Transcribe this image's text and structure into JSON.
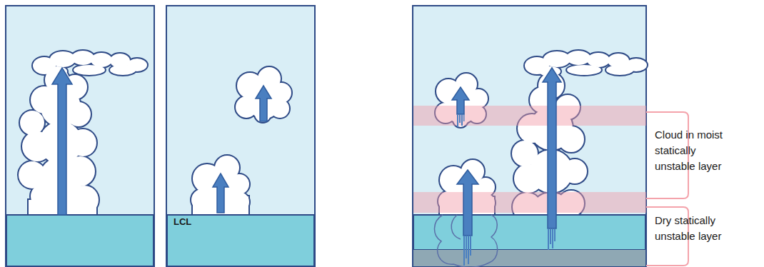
{
  "diagram": {
    "labels": [
      "LCL",
      "Cloud in moist statically unstable layer",
      "Dry statically unstable layer"
    ]
  }
}
